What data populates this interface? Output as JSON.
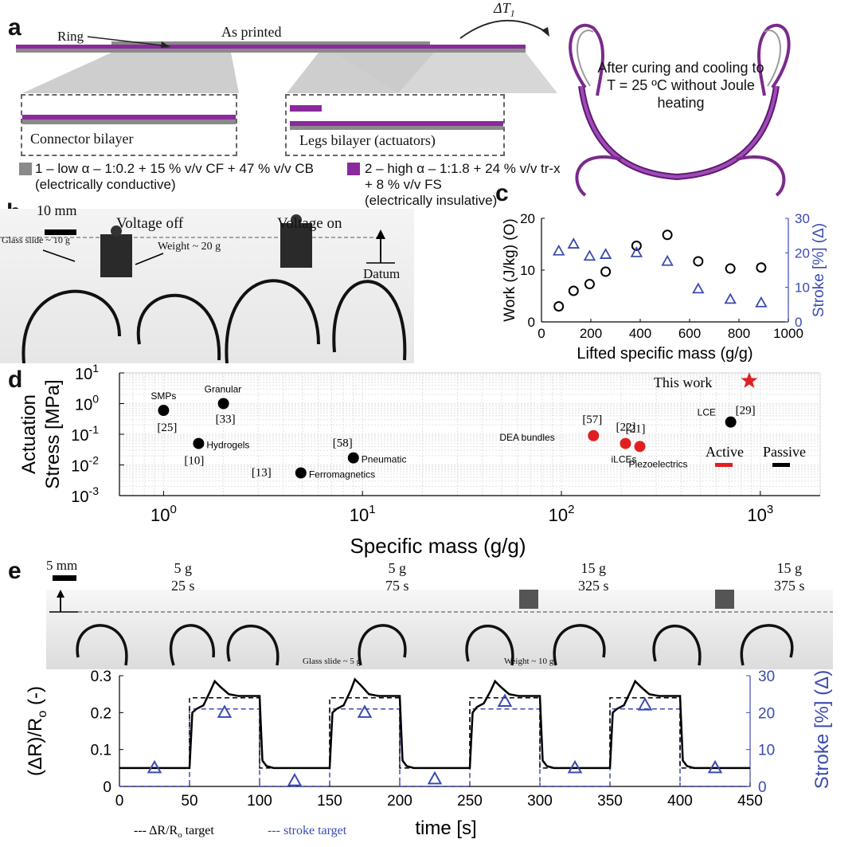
{
  "panel_labels": {
    "a": "a",
    "b": "b",
    "c": "c",
    "d": "d",
    "e": "e"
  },
  "panel_a": {
    "ring_label": "Ring",
    "as_printed": "As printed",
    "delta_t": "ΔT",
    "delta_t_sub": "1",
    "after_curing": [
      "After curing and cooling to",
      "T = 25 ºC without Joule",
      "heating"
    ],
    "connector_label": "Connector bilayer",
    "legs_label": "Legs bilayer (actuators)",
    "legend1_line1": "1 – low α – 1:0.2 + 15 % v/v CF + 47 % v/v CB",
    "legend1_line2": "(electrically conductive)",
    "legend2_line1": "2 – high α – 1:1.8 + 24 % v/v tr-x",
    "legend2_line2": "+ 8 % v/v FS",
    "legend2_line3": "(electrically insulative)",
    "colors": {
      "material1": "#8a8a8a",
      "material2": "#8a2a9c"
    }
  },
  "panel_b": {
    "scale": "10 mm",
    "voltage_off": "Voltage off",
    "voltage_on": "Voltage on",
    "weight": "Weight ~ 20 g",
    "glass_slide": "Glass slide ~ 10 g",
    "datum": "Datum"
  },
  "panel_e": {
    "scale": "5 mm",
    "frames": [
      {
        "mass": "5 g",
        "time": "25 s"
      },
      {
        "mass": "5 g",
        "time": "75 s"
      },
      {
        "mass": "15 g",
        "time": "325 s"
      },
      {
        "mass": "15 g",
        "time": "375 s"
      }
    ],
    "glass_slide": "Glass slide ~ 5 g",
    "weight": "Weight ~ 10 g"
  },
  "chart_data": [
    {
      "id": "c",
      "type": "scatter",
      "xlabel": "Lifted specific mass (g/g)",
      "ylabel": "Work (J/kg) (O)",
      "y2label": "Stroke [%] (Δ)",
      "xlim": [
        0,
        1000
      ],
      "ylim": [
        0,
        20
      ],
      "y2lim": [
        0,
        30
      ],
      "xticks": [
        "0",
        "200",
        "400",
        "600",
        "800",
        "1000"
      ],
      "yticks": [
        "0",
        "10",
        "20"
      ],
      "y2ticks": [
        "0",
        "10",
        "20",
        "30"
      ],
      "series": [
        {
          "name": "Work",
          "marker": "circle",
          "axis": "left",
          "x": [
            70,
            130,
            195,
            260,
            385,
            510,
            635,
            765,
            890
          ],
          "y": [
            3.0,
            6.0,
            7.3,
            9.7,
            14.7,
            16.8,
            11.7,
            10.3,
            10.5
          ]
        },
        {
          "name": "Stroke",
          "marker": "triangle",
          "axis": "right",
          "color": "#3b4bb0",
          "x": [
            70,
            130,
            195,
            260,
            385,
            510,
            635,
            765,
            890
          ],
          "y": [
            20.5,
            22.5,
            19.0,
            19.5,
            20.0,
            17.5,
            9.5,
            6.5,
            5.5
          ]
        }
      ]
    },
    {
      "id": "d",
      "type": "scatter",
      "xscale": "log",
      "yscale": "log",
      "xlabel": "Specific mass (g/g)",
      "ylabel": [
        "Actuation",
        "Stress [MPa]"
      ],
      "xlim": [
        0.6,
        2000
      ],
      "ylim": [
        0.001,
        10
      ],
      "xticks": [
        {
          "v": 1,
          "base": "10",
          "exp": "0"
        },
        {
          "v": 10,
          "base": "10",
          "exp": "1"
        },
        {
          "v": 100,
          "base": "10",
          "exp": "2"
        },
        {
          "v": 1000,
          "base": "10",
          "exp": "3"
        }
      ],
      "yticks": [
        {
          "v": 0.001,
          "base": "10",
          "exp": "-3"
        },
        {
          "v": 0.01,
          "base": "10",
          "exp": "-2"
        },
        {
          "v": 0.1,
          "base": "10",
          "exp": "-1"
        },
        {
          "v": 1,
          "base": "10",
          "exp": "0"
        },
        {
          "v": 10,
          "base": "10",
          "exp": "1"
        }
      ],
      "grid": true,
      "points": [
        {
          "label": "SMPs",
          "ref": "[25]",
          "x": 1.0,
          "y": 0.6,
          "kind": "passive"
        },
        {
          "label": "Granular",
          "ref": "[33]",
          "x": 2.0,
          "y": 1.0,
          "kind": "passive"
        },
        {
          "label": "Hydrogels",
          "ref": "[10]",
          "x": 1.5,
          "y": 0.05,
          "kind": "passive"
        },
        {
          "label": "Pneumatic",
          "ref": "[58]",
          "x": 9.0,
          "y": 0.017,
          "kind": "passive"
        },
        {
          "label": "Ferromagnetics",
          "ref": "[13]",
          "x": 4.9,
          "y": 0.0055,
          "kind": "passive"
        },
        {
          "label": "DEA bundles",
          "ref": "[57]",
          "x": 145,
          "y": 0.09,
          "kind": "active"
        },
        {
          "label": "iLCEs",
          "ref": "[22]",
          "x": 210,
          "y": 0.05,
          "kind": "active"
        },
        {
          "label": "Piezoelectrics",
          "ref": "[21]",
          "x": 248,
          "y": 0.04,
          "kind": "active"
        },
        {
          "label": "LCE",
          "ref": "[29]",
          "x": 710,
          "y": 0.25,
          "kind": "passive"
        }
      ],
      "this_work": {
        "label": "This work",
        "x": 880,
        "y": 5.5
      },
      "legend": [
        {
          "name": "Active",
          "color": "#e02020"
        },
        {
          "name": "Passive",
          "color": "#000000"
        }
      ]
    },
    {
      "id": "e",
      "type": "line",
      "xlabel": "time [s]",
      "ylabel": "(ΔR)/R",
      "ylabel_sub": "o",
      "ylabel_unit": " (-)",
      "y2label": "Stroke [%] (Δ)",
      "xlim": [
        0,
        450
      ],
      "ylim": [
        0,
        0.3
      ],
      "y2lim": [
        0,
        30
      ],
      "xticks": [
        "0",
        "50",
        "100",
        "150",
        "200",
        "250",
        "300",
        "350",
        "400",
        "450"
      ],
      "yticks": [
        "0",
        "0.1",
        "0.2",
        "0.3"
      ],
      "y2ticks": [
        "0",
        "10",
        "20",
        "30"
      ],
      "resistance_target": {
        "x": [
          0,
          50,
          50,
          100,
          100,
          150,
          150,
          200,
          200,
          250,
          250,
          300,
          300,
          350,
          350,
          400,
          400,
          450
        ],
        "y": [
          0.05,
          0.05,
          0.24,
          0.24,
          0.05,
          0.05,
          0.24,
          0.24,
          0.05,
          0.05,
          0.24,
          0.24,
          0.05,
          0.05,
          0.24,
          0.24,
          0.05,
          0.05
        ]
      },
      "stroke_target": {
        "x": [
          0,
          50,
          50,
          100,
          100,
          150,
          150,
          200,
          200,
          250,
          250,
          300,
          300,
          350,
          350,
          400,
          400,
          450
        ],
        "y": [
          0,
          0,
          21,
          21,
          0,
          0,
          21,
          21,
          0,
          0,
          21,
          21,
          0,
          0,
          21,
          21,
          0,
          0
        ]
      },
      "resistance_measured": {
        "x": [
          0,
          50,
          52,
          55,
          60,
          65,
          68,
          72,
          78,
          85,
          100,
          102,
          105,
          110,
          150,
          152,
          155,
          160,
          165,
          168,
          172,
          178,
          185,
          200,
          202,
          205,
          210,
          250,
          252,
          255,
          260,
          265,
          268,
          272,
          278,
          285,
          300,
          302,
          305,
          310,
          350,
          352,
          355,
          360,
          365,
          368,
          372,
          378,
          385,
          400,
          402,
          405,
          410,
          450
        ],
        "y": [
          0.05,
          0.05,
          0.2,
          0.21,
          0.22,
          0.26,
          0.285,
          0.27,
          0.25,
          0.245,
          0.245,
          0.07,
          0.055,
          0.05,
          0.05,
          0.2,
          0.21,
          0.22,
          0.26,
          0.29,
          0.275,
          0.25,
          0.245,
          0.245,
          0.07,
          0.055,
          0.05,
          0.05,
          0.2,
          0.215,
          0.225,
          0.26,
          0.285,
          0.27,
          0.25,
          0.245,
          0.245,
          0.07,
          0.055,
          0.05,
          0.05,
          0.2,
          0.21,
          0.22,
          0.26,
          0.285,
          0.27,
          0.25,
          0.245,
          0.245,
          0.07,
          0.055,
          0.05,
          0.05
        ]
      },
      "stroke_points": {
        "x": [
          25,
          75,
          125,
          175,
          225,
          275,
          325,
          375,
          425
        ],
        "y": [
          5,
          20,
          1.5,
          20,
          2,
          23,
          5,
          22,
          5
        ]
      },
      "legend": [
        "--- ΔR/R",
        "o",
        " target",
        "--- stroke target"
      ]
    }
  ]
}
